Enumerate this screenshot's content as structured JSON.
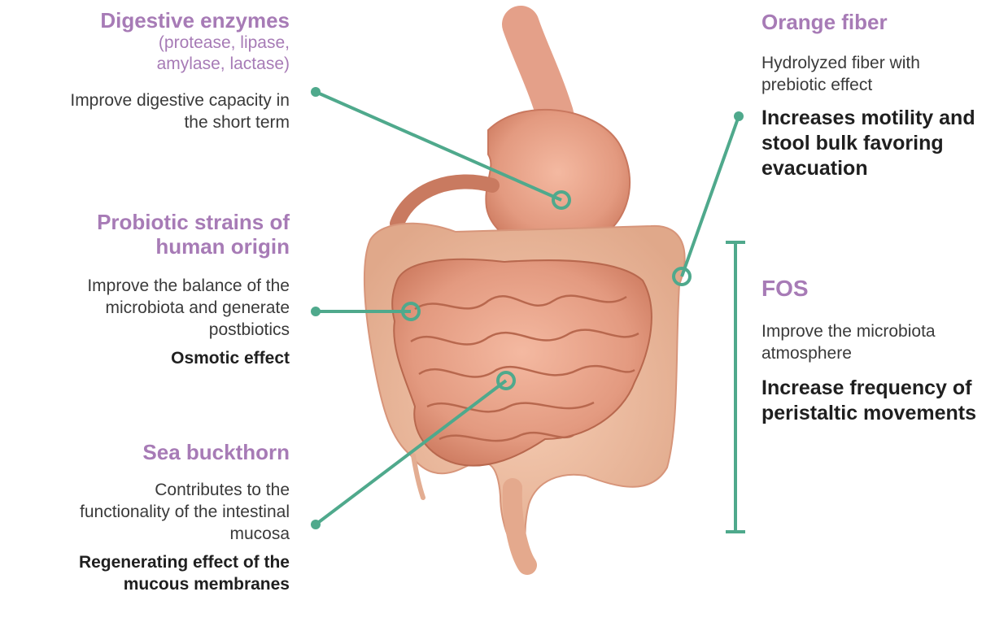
{
  "colors": {
    "title": "#a77bb6",
    "connector": "#4fa98c",
    "organ": "#e8a58f",
    "organ_dark": "#c9785f"
  },
  "left": {
    "enzymes": {
      "title": "Digestive enzymes",
      "sub1": "(protease, lipase,",
      "sub2": "amylase, lactase)",
      "desc1": "Improve digestive capacity in",
      "desc2": "the short term"
    },
    "probiotics": {
      "title1": "Probiotic strains of",
      "title2": "human origin",
      "desc1": "Improve the balance of the",
      "desc2": "microbiota and generate",
      "desc3": "postbiotics",
      "effect": "Osmotic effect"
    },
    "buckthorn": {
      "title": "Sea buckthorn",
      "desc1": "Contributes to the",
      "desc2": "functionality of the intestinal",
      "desc3": "mucosa",
      "effect1": "Regenerating effect of the",
      "effect2": "mucous membranes"
    }
  },
  "right": {
    "orange": {
      "title": "Orange fiber",
      "desc1": "Hydrolyzed fiber with",
      "desc2": "prebiotic effect",
      "effect1": "Increases motility and",
      "effect2": "stool bulk favoring",
      "effect3": "evacuation"
    },
    "fos": {
      "title": "FOS",
      "desc1": "Improve the microbiota",
      "desc2": "atmosphere",
      "effect1": "Increase frequency of",
      "effect2": "peristaltic movements"
    }
  }
}
